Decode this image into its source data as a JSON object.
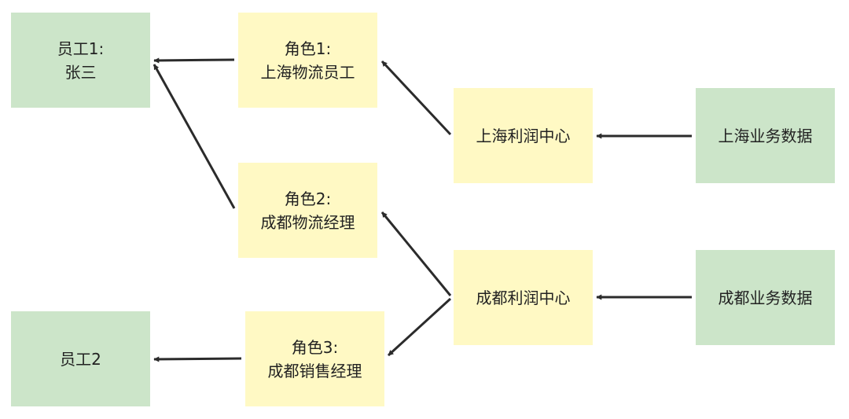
{
  "nodes": {
    "emp1": {
      "line1": "员工1:",
      "line2": "张三"
    },
    "emp2": {
      "line1": "员工2"
    },
    "role1": {
      "line1": "角色1:",
      "line2": "上海物流员工"
    },
    "role2": {
      "line1": "角色2:",
      "line2": "成都物流经理"
    },
    "role3": {
      "line1": "角色3:",
      "line2": "成都销售经理"
    },
    "shpc": {
      "line1": "上海利润中心"
    },
    "cdpc": {
      "line1": "成都利润中心"
    },
    "shdata": {
      "line1": "上海业务数据"
    },
    "cddata": {
      "line1": "成都业务数据"
    }
  },
  "colors": {
    "green": "#cce5c9",
    "yellow": "#fff9c4",
    "arrow": "#2b2b2b"
  }
}
